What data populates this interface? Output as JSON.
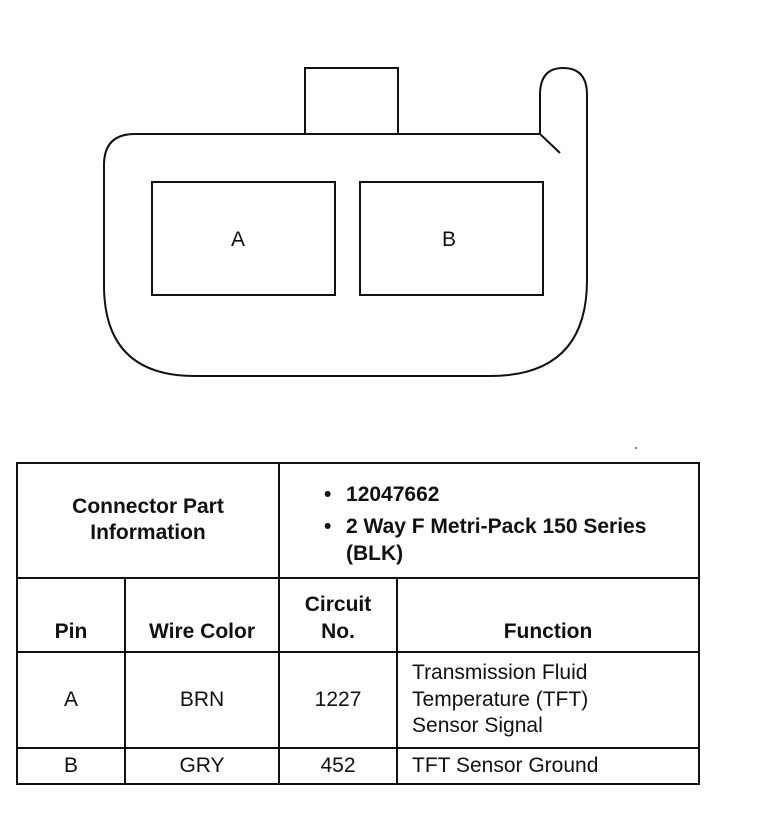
{
  "diagram": {
    "cavity_a": "A",
    "cavity_b": "B"
  },
  "table": {
    "part_info_label": "Connector Part Information",
    "part_info_items": [
      "12047662",
      "2 Way F Metri-Pack 150 Series (BLK)"
    ],
    "bullet": "•",
    "headers": {
      "pin": "Pin",
      "wire_color": "Wire Color",
      "circuit_no": "Circuit No.",
      "function": "Function"
    },
    "rows": [
      {
        "pin": "A",
        "wire_color": "BRN",
        "circuit_no": "1227",
        "function": "Transmission Fluid Temperature (TFT) Sensor Signal"
      },
      {
        "pin": "B",
        "wire_color": "GRY",
        "circuit_no": "452",
        "function": "TFT Sensor Ground"
      }
    ]
  }
}
